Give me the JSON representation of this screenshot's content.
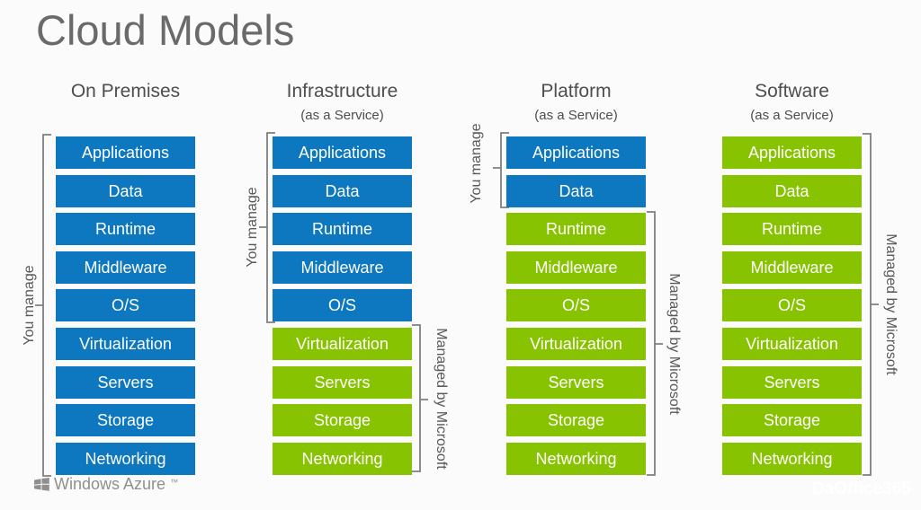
{
  "title": "Cloud Models",
  "columns": [
    {
      "header": "On Premises",
      "subtitle": "",
      "layers": [
        {
          "label": "Applications",
          "type": "blue"
        },
        {
          "label": "Data",
          "type": "blue"
        },
        {
          "label": "Runtime",
          "type": "blue"
        },
        {
          "label": "Middleware",
          "type": "blue"
        },
        {
          "label": "O/S",
          "type": "blue"
        },
        {
          "label": "Virtualization",
          "type": "blue"
        },
        {
          "label": "Servers",
          "type": "blue"
        },
        {
          "label": "Storage",
          "type": "blue"
        },
        {
          "label": "Networking",
          "type": "blue"
        }
      ]
    },
    {
      "header": "Infrastructure",
      "subtitle": "(as a Service)",
      "layers": [
        {
          "label": "Applications",
          "type": "blue"
        },
        {
          "label": "Data",
          "type": "blue"
        },
        {
          "label": "Runtime",
          "type": "blue"
        },
        {
          "label": "Middleware",
          "type": "blue"
        },
        {
          "label": "O/S",
          "type": "blue"
        },
        {
          "label": "Virtualization",
          "type": "green"
        },
        {
          "label": "Servers",
          "type": "green"
        },
        {
          "label": "Storage",
          "type": "green"
        },
        {
          "label": "Networking",
          "type": "green"
        }
      ]
    },
    {
      "header": "Platform",
      "subtitle": "(as a Service)",
      "layers": [
        {
          "label": "Applications",
          "type": "blue"
        },
        {
          "label": "Data",
          "type": "blue"
        },
        {
          "label": "Runtime",
          "type": "green"
        },
        {
          "label": "Middleware",
          "type": "green"
        },
        {
          "label": "O/S",
          "type": "green"
        },
        {
          "label": "Virtualization",
          "type": "green"
        },
        {
          "label": "Servers",
          "type": "green"
        },
        {
          "label": "Storage",
          "type": "green"
        },
        {
          "label": "Networking",
          "type": "green"
        }
      ]
    },
    {
      "header": "Software",
      "subtitle": "(as a Service)",
      "layers": [
        {
          "label": "Applications",
          "type": "green"
        },
        {
          "label": "Data",
          "type": "green"
        },
        {
          "label": "Runtime",
          "type": "green"
        },
        {
          "label": "Middleware",
          "type": "green"
        },
        {
          "label": "O/S",
          "type": "green"
        },
        {
          "label": "Virtualization",
          "type": "green"
        },
        {
          "label": "Servers",
          "type": "green"
        },
        {
          "label": "Storage",
          "type": "green"
        },
        {
          "label": "Networking",
          "type": "green"
        }
      ]
    }
  ],
  "labels": {
    "you_manage": "You manage",
    "managed_by_microsoft": "Managed by Microsoft"
  },
  "footer": {
    "logo_text": "Windows Azure",
    "trademark": "™"
  },
  "watermark": "DaOffice365",
  "colors": {
    "background": "#fbfbfb",
    "blue": "#0d78bf",
    "green": "#87c300",
    "box_text": "#ffffff",
    "title_gray": "#6a6a6a",
    "header_gray": "#4e4e4e",
    "label_gray": "#595959",
    "bracket_gray": "#7f7f7f",
    "logo_gray": "#8f8f8f",
    "watermark": "#ffffff"
  }
}
